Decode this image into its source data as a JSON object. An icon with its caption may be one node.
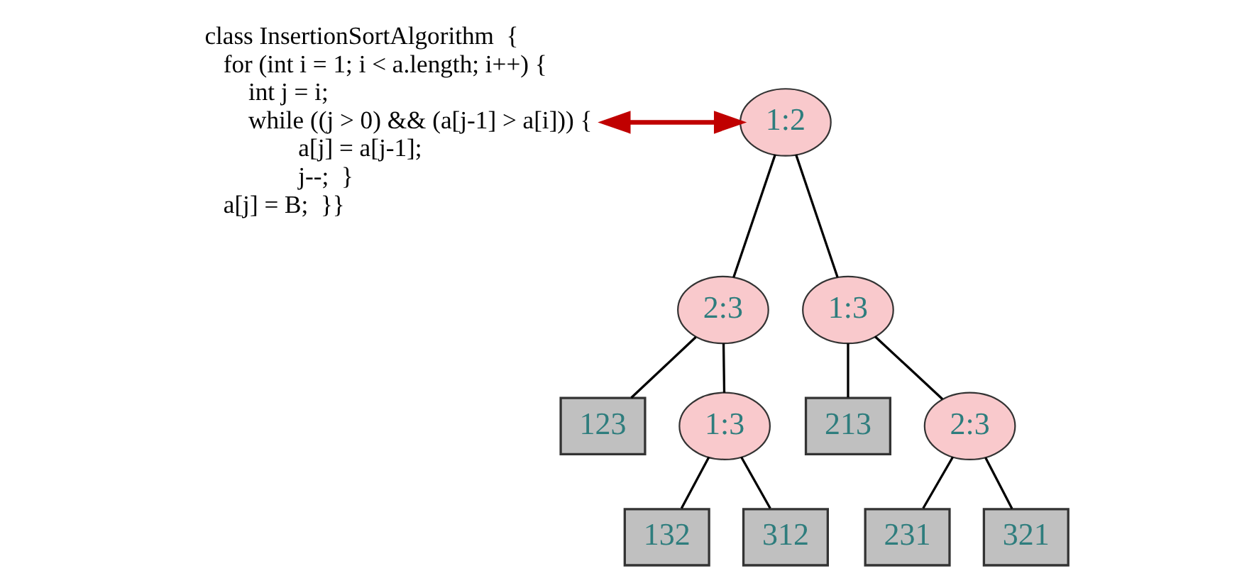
{
  "diagram": {
    "nodes": [
      {
        "text": [
          "class InsertionSortAlgorithm  {",
          "for (int i = 1; i < a.length; i++) {",
          "int j = i;",
          "while ((j > 0) && (a[j-1] > a[i])) {",
          "a[j] = a[j-1];",
          "j--;  }",
          "a[j] = B;  }}"
        ]
      },
      {
        "text": [
          "1:2"
        ]
      },
      {
        "text": [
          "2:3"
        ]
      },
      {
        "text": [
          "123"
        ]
      },
      {
        "text": [
          "1:3"
        ]
      },
      {
        "text": [
          "132"
        ]
      },
      {
        "text": [
          "312"
        ]
      },
      {
        "text": [
          "1:3"
        ]
      },
      {
        "text": [
          "213"
        ]
      },
      {
        "text": [
          "2:3"
        ]
      },
      {
        "text": [
          "231"
        ]
      },
      {
        "text": [
          "321"
        ]
      }
    ],
    "edges": [
      {
        "from": 0,
        "to": 1,
        "arrow": "both",
        "color": "#c00000",
        "style": "thick"
      },
      {
        "from": 1,
        "to": 2,
        "arrow": "none"
      },
      {
        "from": 1,
        "to": 7,
        "arrow": "none"
      },
      {
        "from": 2,
        "to": 3,
        "arrow": "none"
      },
      {
        "from": 2,
        "to": 4,
        "arrow": "none"
      },
      {
        "from": 4,
        "to": 5,
        "arrow": "none"
      },
      {
        "from": 4,
        "to": 6,
        "arrow": "none"
      },
      {
        "from": 7,
        "to": 8,
        "arrow": "none"
      },
      {
        "from": 7,
        "to": 9,
        "arrow": "none"
      },
      {
        "from": 9,
        "to": 10,
        "arrow": "none"
      },
      {
        "from": 9,
        "to": 11,
        "arrow": "none"
      }
    ]
  }
}
